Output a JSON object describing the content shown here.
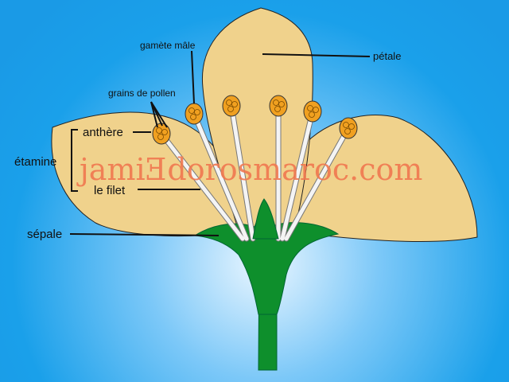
{
  "labels": {
    "petale": "pétale",
    "gamete_male": "gamète mâle",
    "grains_pollen": "grains de pollen",
    "anthere": "anthère",
    "etamine": "étamine",
    "le_filet": "le filet",
    "sepale": "sépale"
  },
  "watermark": "jamiƎdorosmaroc.com",
  "colors": {
    "background_center": "#c8e8ff",
    "background_edge": "#1a9ee8",
    "petal": "#f0d28c",
    "sepal": "#0e8f2c",
    "anther": "#f0a020",
    "watermark": "#f07850"
  }
}
